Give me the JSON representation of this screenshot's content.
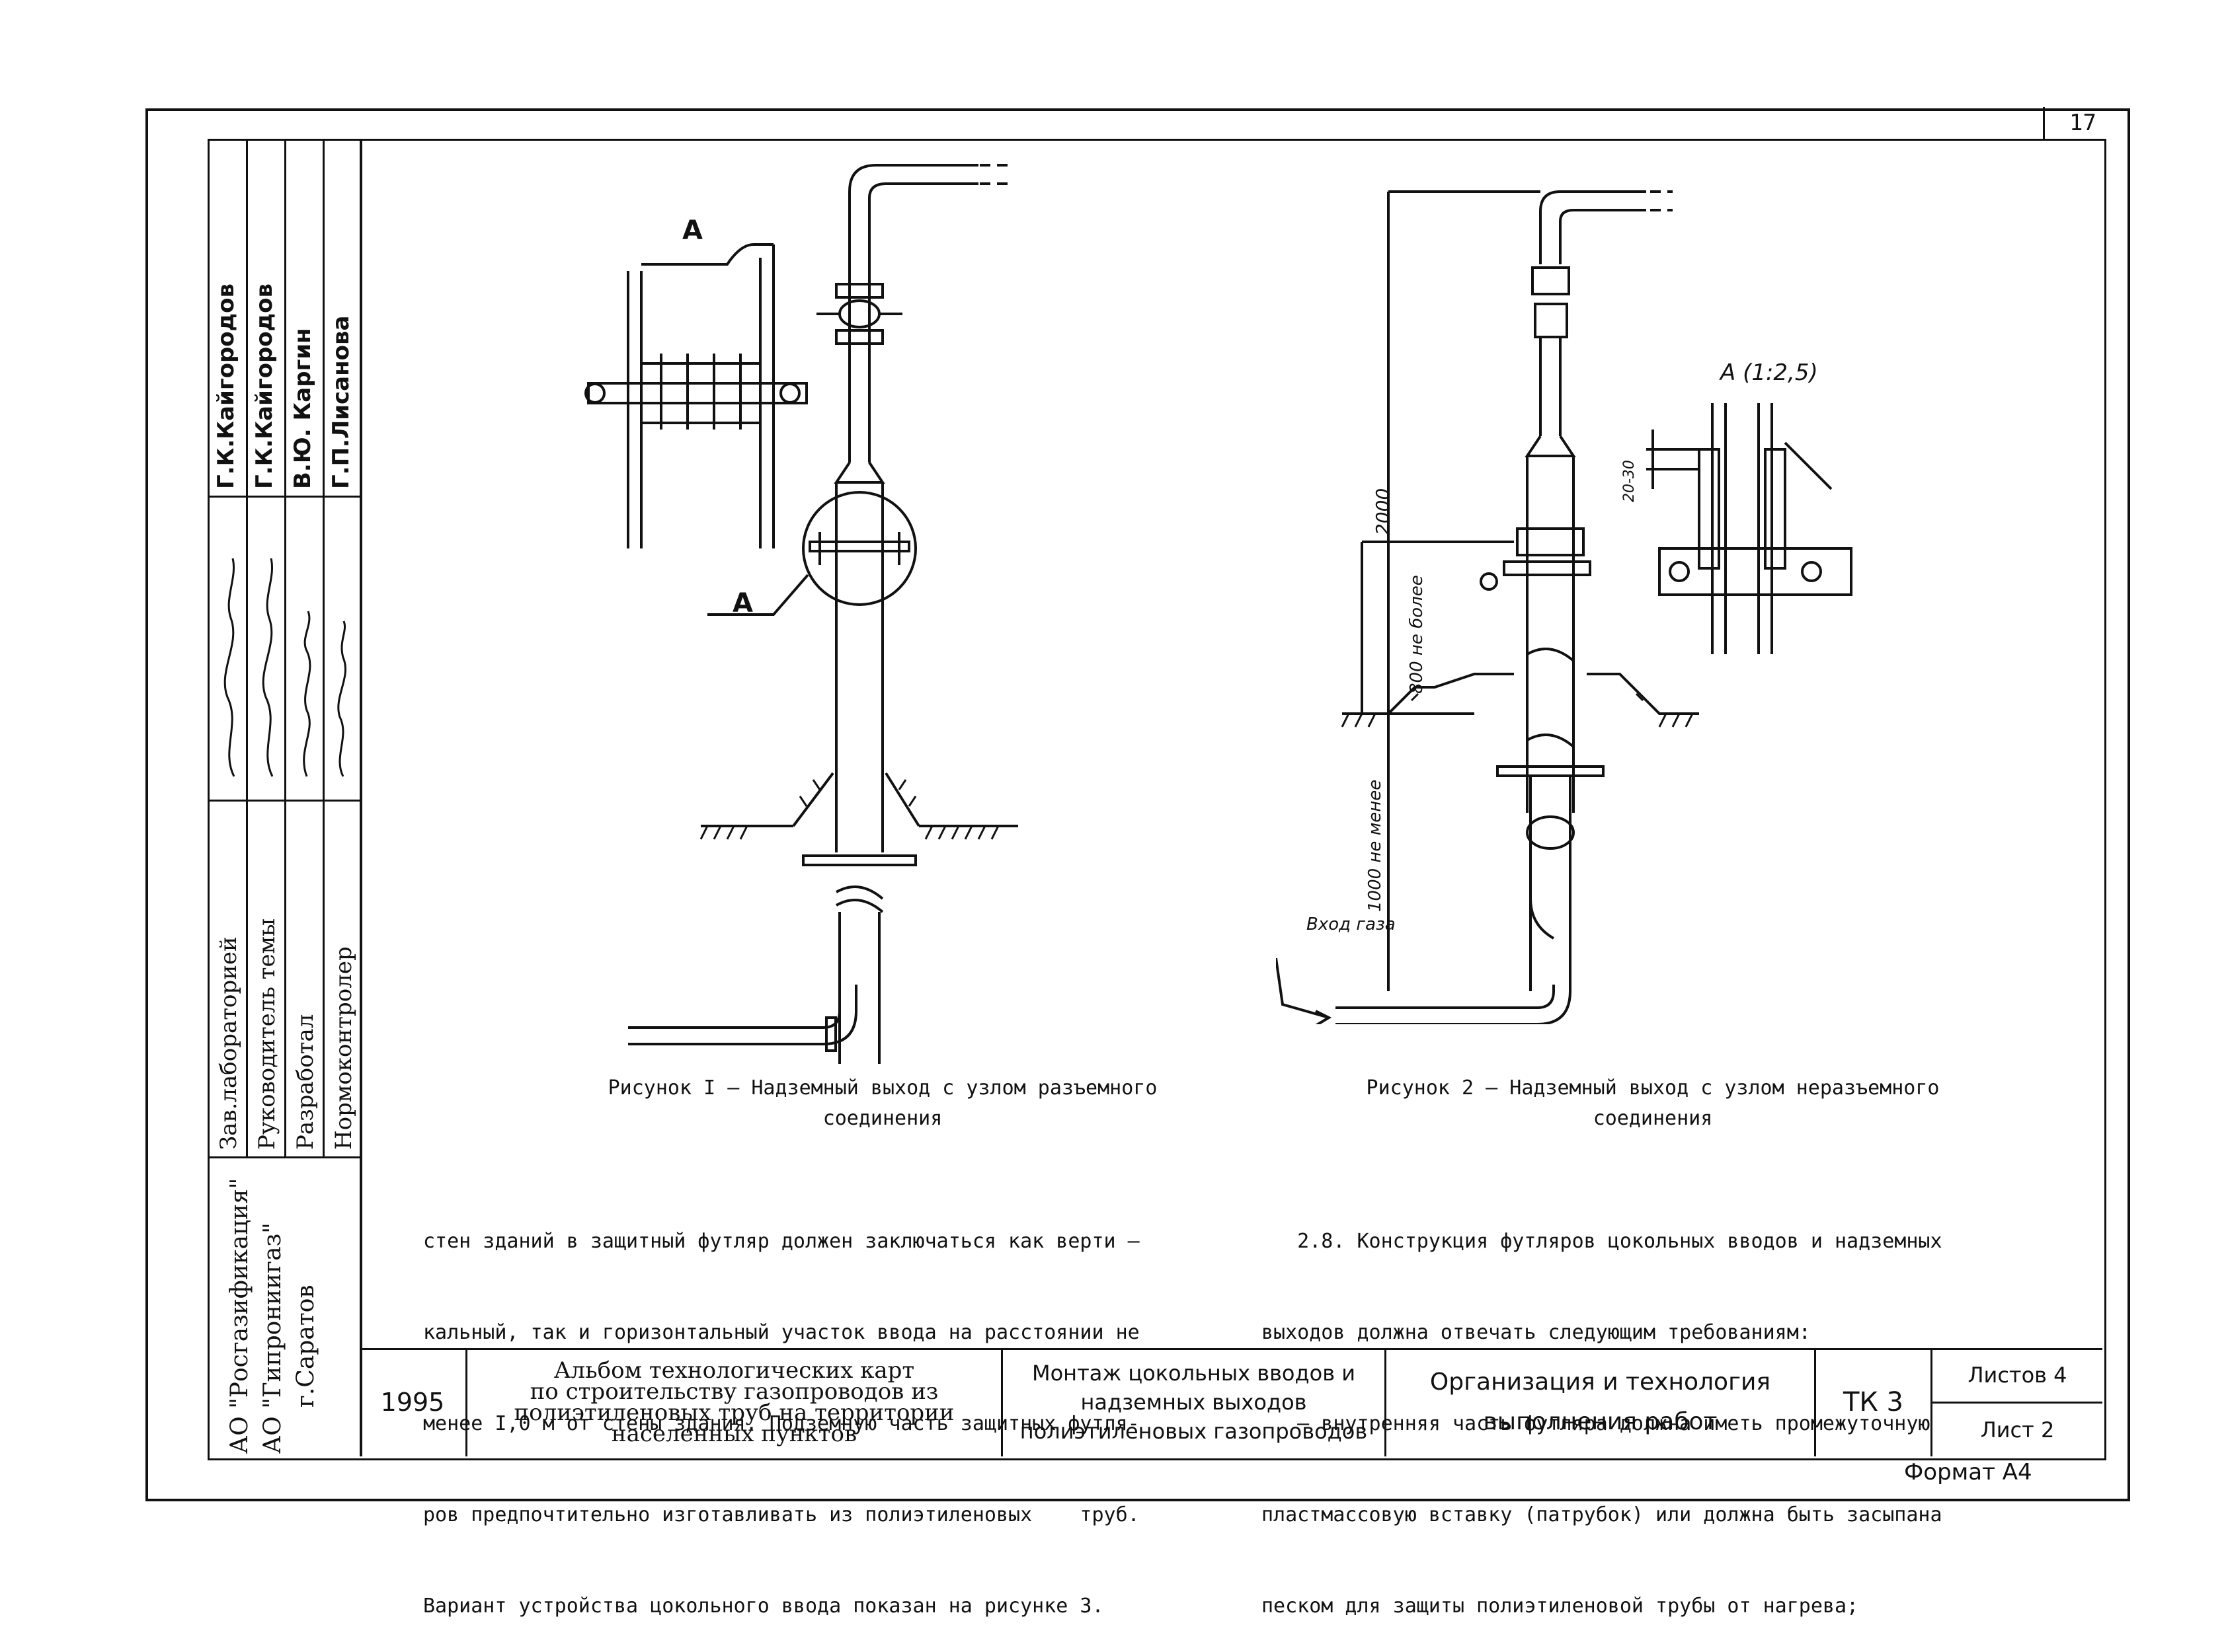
{
  "page_number": "17",
  "side_panel": {
    "roles": [
      "Зав.лабораторией",
      "Руководитель темы",
      "Разработал",
      "Нормоконтролер"
    ],
    "names": [
      "Г.К.Кайгородов",
      "Г.К.Кайгородов",
      "В.Ю. Каргин",
      "Г.П.Лисанова"
    ],
    "organization": [
      "АО \"Росгазификация\"",
      "АО \"Гипрониигаз\"",
      "г.Саратов"
    ]
  },
  "figure1": {
    "caption_line1": "Рисунок I – Надземный выход с узлом разъемного",
    "caption_line2": "соединения",
    "label_a_detail": "А",
    "label_a_pointer": "А"
  },
  "figure2": {
    "caption_line1": "Рисунок 2 – Надземный выход с узлом неразъемного",
    "caption_line2": "соединения",
    "detail_label": "А (1:2,5)",
    "dim_total": "2000",
    "dim_above": "800 не более",
    "dim_below": "1000 не менее",
    "dim_small": "20-30",
    "gas_inlet": "Вход газа"
  },
  "text_left": [
    "стен зданий в защитный футляр должен заключаться как верти –",
    "кальный, так и горизонтальный участок ввода на расстоянии не",
    "менее I,0 м от стены здания. Подземную часть защитных футля-",
    "ров предпочтительно изготавливать из полиэтиленовых    труб.",
    "Вариант устройства цокольного ввода показан на рисунке 3."
  ],
  "text_right": [
    "   2.8. Конструкция футляров цокольных вводов и надземных",
    "выходов должна отвечать следующим требованиям:",
    "   – внутренняя часть футляра должна иметь промежуточную",
    "пластмассовую вставку (патрубок) или должна быть засыпана",
    "песком для защиты полиэтиленовой трубы от нагрева;"
  ],
  "title_block": {
    "year": "1995",
    "album": [
      "Альбом технологических карт",
      "по строительству газопроводов из",
      "полиэтиленовых труб на территории",
      "населенных пунктов"
    ],
    "mounting": [
      "Монтаж цокольных вводов и",
      "надземных выходов",
      "полиэтиленовых газопроводов"
    ],
    "organization": [
      "Организация и технология",
      "выполнения работ"
    ],
    "code": "ТК 3",
    "sheets_total": "Листов 4",
    "sheet": "Лист 2"
  },
  "format_label": "Формат А4"
}
